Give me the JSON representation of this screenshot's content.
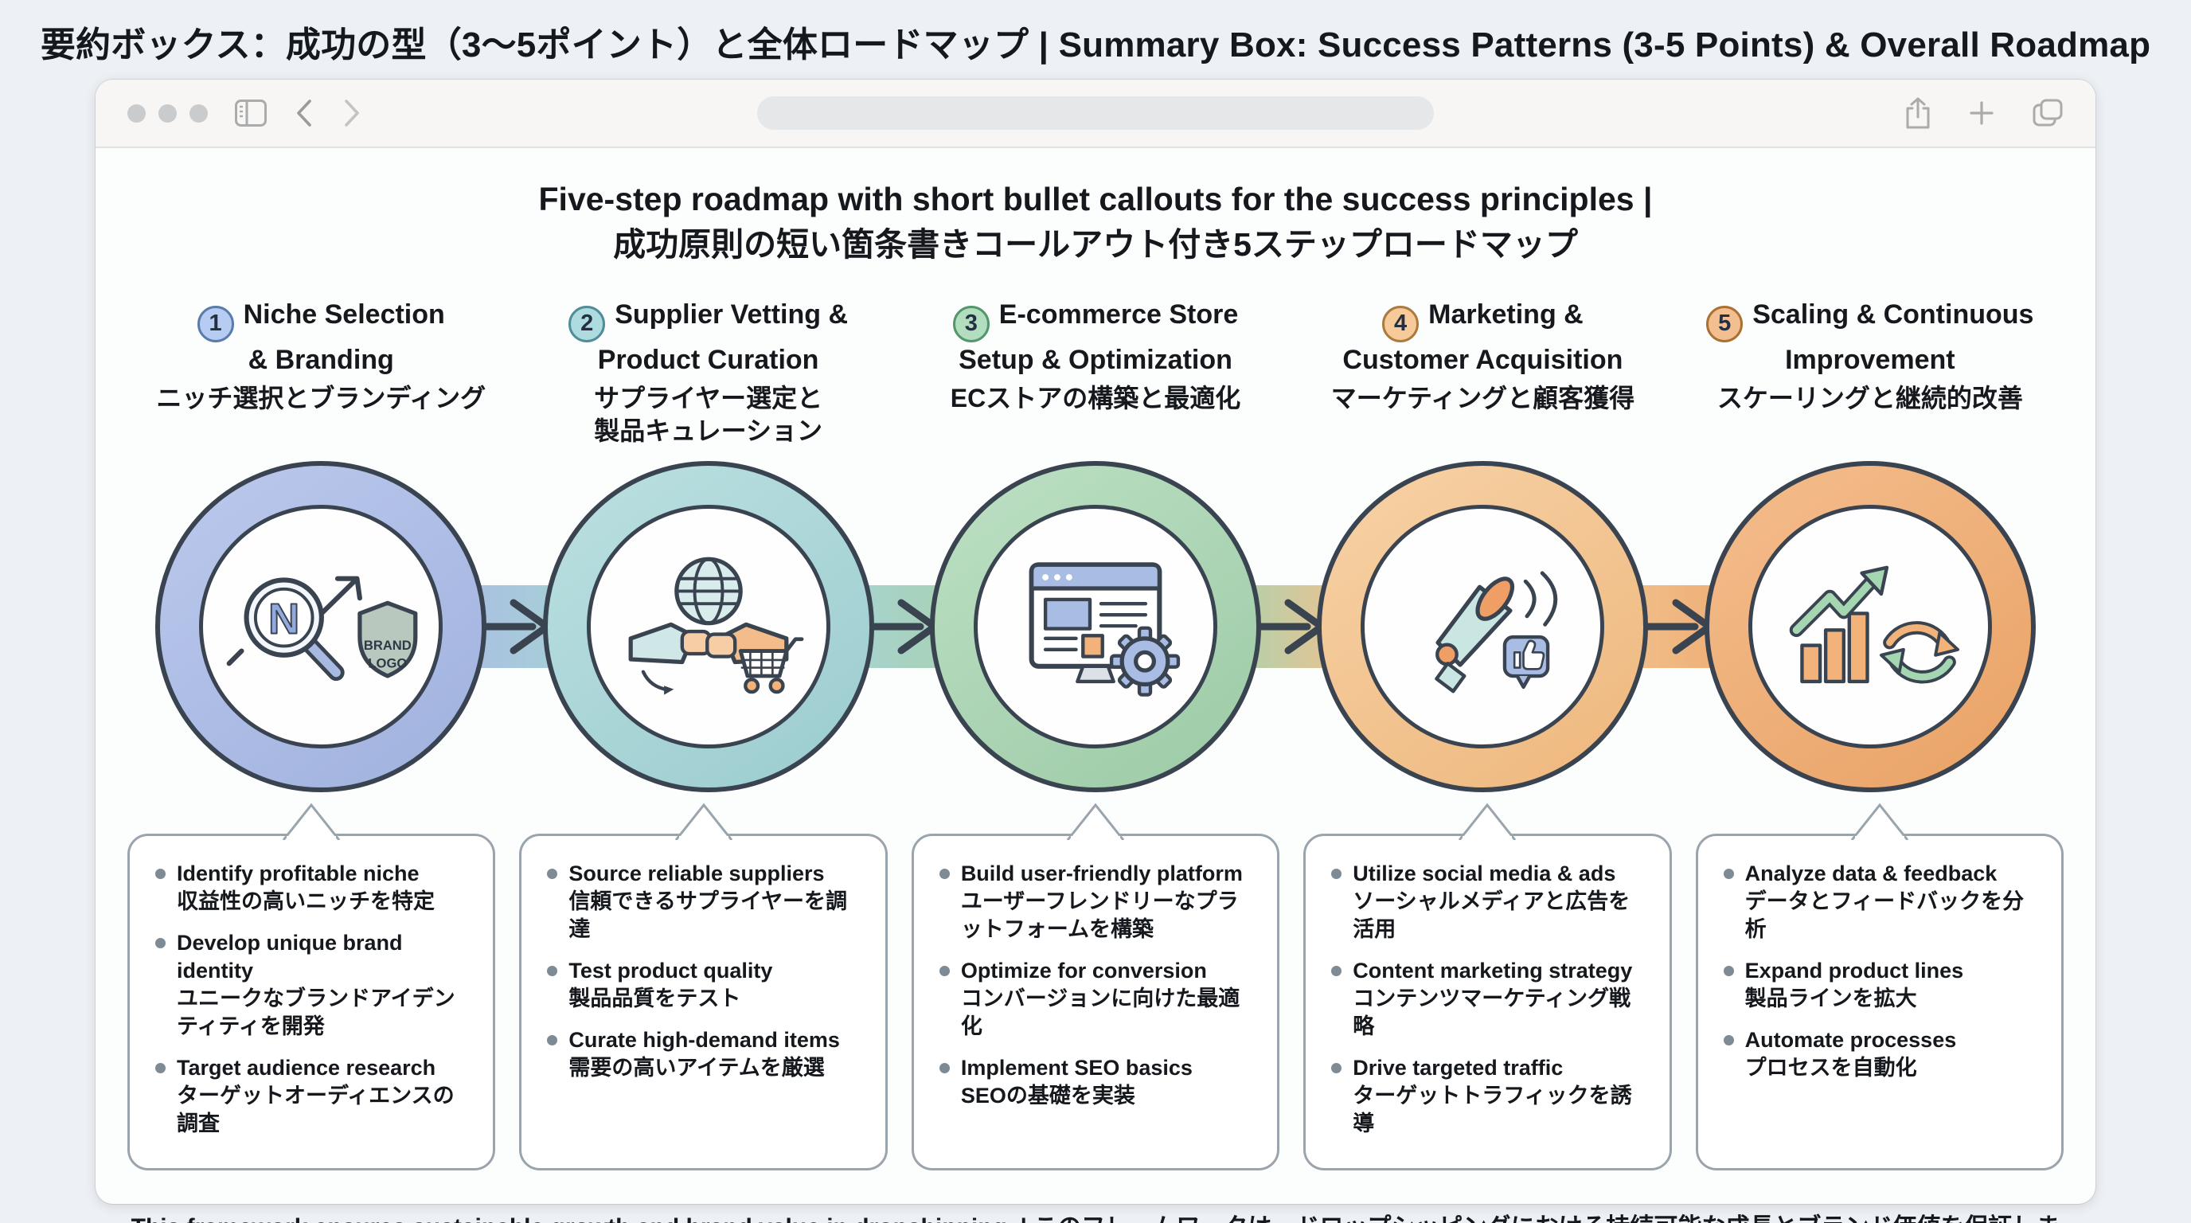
{
  "header": {
    "title": "要約ボックス：成功の型（3〜5ポイント）と全体ロードマップ | Summary Box: Success Patterns (3-5 Points) & Overall Roadmap"
  },
  "browser": {
    "address_value": "",
    "icons_left": [
      "window-dots",
      "sidebar-icon",
      "back-icon",
      "forward-icon"
    ],
    "icons_right": [
      "share-icon",
      "new-tab-icon",
      "tabs-icon"
    ]
  },
  "heading": {
    "line1": "Five-step roadmap with short bullet callouts for the success principles |",
    "line2": "成功原則の短い箇条書きコールアウト付き5ステップロードマップ"
  },
  "footer": "This framework ensures sustainable growth and brand value in dropshipping. | このフレームワークは、ドロップシッピングにおける持続可能な成長とブランド価値を保証します。",
  "arrow_color": "#3a4350",
  "steps": [
    {
      "number": "1",
      "title_en": "Niche Selection\n& Branding",
      "title_ja": "ニッチ選択とブランディング",
      "icon": "magnifier-brand-shield-icon",
      "shield_label_line1": "BRAND",
      "shield_label_line2": "LOGO",
      "magnifier_letter": "N",
      "ring1": "#9fb1de",
      "ring2": "#bcc9ec",
      "badge_bg": "#b7ccf2",
      "badge_border": "#5a7cab",
      "band": "#aabce4",
      "bullets": [
        {
          "en": "Identify profitable niche",
          "ja": "収益性の高いニッチを特定"
        },
        {
          "en": "Develop unique brand identity",
          "ja": "ユニークなブランドアイデンティティを開発"
        },
        {
          "en": "Target audience research",
          "ja": "ターゲットオーディエンスの調査"
        }
      ]
    },
    {
      "number": "2",
      "title_en": "Supplier Vetting &\nProduct Curation",
      "title_ja": "サプライヤー選定と\n製品キュレーション",
      "icon": "handshake-globe-cart-icon",
      "ring1": "#9bcccf",
      "ring2": "#bce0e1",
      "badge_bg": "#aedbdf",
      "badge_border": "#4f8d99",
      "band": "#a6d3d4",
      "bullets": [
        {
          "en": "Source reliable suppliers",
          "ja": "信頼できるサプライヤーを調達"
        },
        {
          "en": "Test product quality",
          "ja": "製品品質をテスト"
        },
        {
          "en": "Curate high-demand items",
          "ja": "需要の高いアイテムを厳選"
        }
      ]
    },
    {
      "number": "3",
      "title_en": "E-commerce Store\nSetup & Optimization",
      "title_ja": "ECストアの構築と最適化",
      "icon": "storefront-gear-icon",
      "ring1": "#9ccaa6",
      "ring2": "#bde0c4",
      "badge_bg": "#b2ddbf",
      "badge_border": "#52966a",
      "band": "#a8d2b0",
      "bullets": [
        {
          "en": "Build user-friendly platform",
          "ja": "ユーザーフレンドリーなプラットフォームを構築"
        },
        {
          "en": "Optimize for conversion",
          "ja": "コンバージョンに向けた最適化"
        },
        {
          "en": "Implement SEO basics",
          "ja": "SEOの基礎を実装"
        }
      ]
    },
    {
      "number": "4",
      "title_en": "Marketing &\nCustomer Acquisition",
      "title_ja": "マーケティングと顧客獲得",
      "icon": "megaphone-thumbsup-icon",
      "ring1": "#eeb77d",
      "ring2": "#f7d2a6",
      "badge_bg": "#f6ca99",
      "badge_border": "#ab7a3e",
      "band": "#f1c28e",
      "bullets": [
        {
          "en": "Utilize social media & ads",
          "ja": "ソーシャルメディアと広告を活用"
        },
        {
          "en": "Content marketing strategy",
          "ja": "コンテンツマーケティング戦略"
        },
        {
          "en": "Drive targeted traffic",
          "ja": "ターゲットトラフィックを誘導"
        }
      ]
    },
    {
      "number": "5",
      "title_en": "Scaling & Continuous\nImprovement",
      "title_ja": "スケーリングと継続的改善",
      "icon": "growth-chart-cycle-icon",
      "ring1": "#e9a265",
      "ring2": "#f4bd8d",
      "badge_bg": "#f3bf90",
      "badge_border": "#a97134",
      "band": "#eeab72",
      "bullets": [
        {
          "en": "Analyze data & feedback",
          "ja": "データとフィードバックを分析"
        },
        {
          "en": "Expand product lines",
          "ja": "製品ラインを拡大"
        },
        {
          "en": "Automate processes",
          "ja": "プロセスを自動化"
        }
      ]
    }
  ]
}
